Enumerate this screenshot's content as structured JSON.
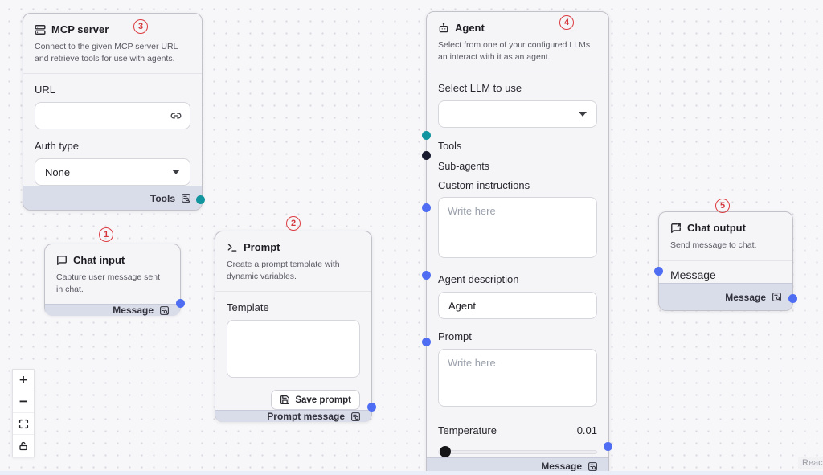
{
  "canvas": {
    "attribution": "React F"
  },
  "controls": {
    "zoom_in": "+",
    "zoom_out": "−"
  },
  "colors": {
    "handle_blue": "#4f6df2",
    "handle_teal": "#12959e",
    "handle_dark": "#191c30",
    "footer_bg": "#d9dce9",
    "badge_red": "#dc3b40"
  },
  "badges": {
    "chat_input": "1",
    "prompt": "2",
    "mcp_server": "3",
    "agent": "4",
    "chat_output": "5"
  },
  "nodes": {
    "mcp_server": {
      "title": "MCP server",
      "description": "Connect to the given MCP server URL and retrieve tools for use with agents.",
      "url_label": "URL",
      "url_value": "",
      "auth_label": "Auth type",
      "auth_value": "None",
      "output_label": "Tools"
    },
    "chat_input": {
      "title": "Chat input",
      "description": "Capture user message sent in chat.",
      "output_label": "Message"
    },
    "prompt": {
      "title": "Prompt",
      "description": "Create a prompt template with dynamic variables.",
      "template_label": "Template",
      "template_value": "",
      "save_button": "Save prompt",
      "output_label": "Prompt message"
    },
    "agent": {
      "title": "Agent",
      "description": "Select from one of your configured LLMs an interact with it as an agent.",
      "llm_label": "Select LLM to use",
      "llm_value": "",
      "tools_label": "Tools",
      "subagents_label": "Sub-agents",
      "custom_instructions_label": "Custom instructions",
      "custom_instructions_placeholder": "Write here",
      "agent_description_label": "Agent description",
      "agent_description_value": "Agent",
      "prompt_label": "Prompt",
      "prompt_placeholder": "Write here",
      "temperature_label": "Temperature",
      "temperature_value": "0.01",
      "output_label": "Message"
    },
    "chat_output": {
      "title": "Chat output",
      "description": "Send message to chat.",
      "input_label": "Message",
      "output_label": "Message"
    }
  }
}
